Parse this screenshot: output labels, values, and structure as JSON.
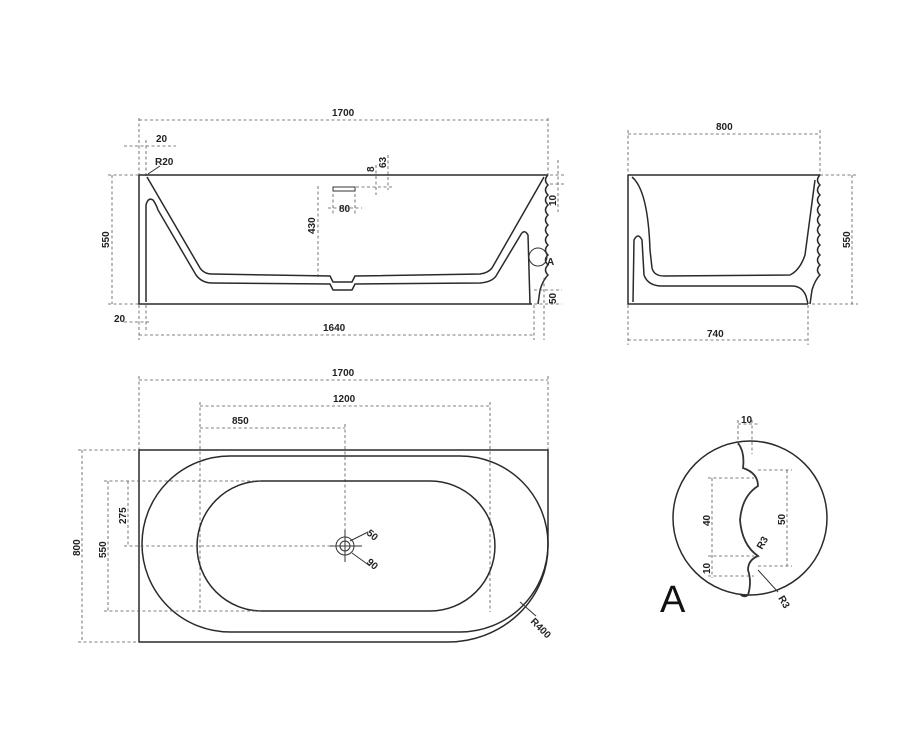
{
  "front_view": {
    "overall_length": "1700",
    "rim_offset": "20",
    "rim_radius": "R20",
    "rim_height_8": "8",
    "rim_height_63": "63",
    "inner_depth": "430",
    "overflow_width": "80",
    "height": "550",
    "base_offset": "20",
    "base_length": "1640",
    "rim_height_10": "10",
    "base_step": "50",
    "detail_ref": "A"
  },
  "side_view": {
    "top_width": "800",
    "height": "550",
    "base_width": "740"
  },
  "plan_view": {
    "overall_length": "1700",
    "inner_length": "1200",
    "drain_offset": "850",
    "overall_width": "800",
    "inner_width": "550",
    "drain_half_width": "275",
    "corner_radius": "R400",
    "drain_dia_small": "50",
    "drain_dia_large": "90"
  },
  "detail_a": {
    "title": "A",
    "top_width": "10",
    "depth_40": "40",
    "depth_50": "50",
    "radius_top": "R3",
    "bottom_10": "10",
    "radius_bottom": "R3"
  }
}
